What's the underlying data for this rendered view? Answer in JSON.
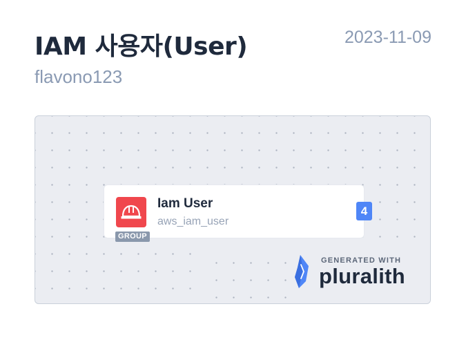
{
  "header": {
    "title": "IAM 사용자(User)",
    "date": "2023-11-09",
    "subtitle": "flavono123"
  },
  "diagram": {
    "group": {
      "label": "GROUP",
      "node": {
        "title": "Iam User",
        "type": "aws_iam_user",
        "count": "4",
        "icon": "helmet-icon"
      }
    }
  },
  "watermark": {
    "caption": "GENERATED WITH",
    "name": "pluralith",
    "logo": "pluralith-logo"
  },
  "colors": {
    "icon_bg": "#f0474d",
    "badge_bg": "#4f86f7",
    "canvas_bg": "#ebedf2",
    "title": "#1f2a3c",
    "muted": "#8a9ab3"
  }
}
